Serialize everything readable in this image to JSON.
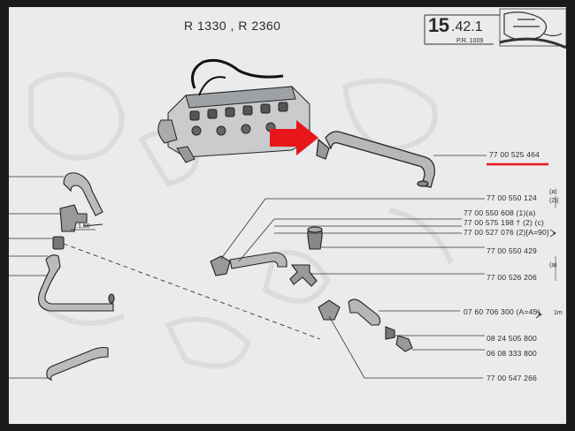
{
  "header": {
    "models": "R 1330 , R 2360",
    "page_number": "15",
    "page_sub": ".42.1",
    "pr_ref": "P.R. 1009"
  },
  "callouts": [
    {
      "id": "ref-1",
      "text": "77 00 525 464"
    },
    {
      "id": "ref-2",
      "text": "77 00 550 124"
    },
    {
      "id": "ref-3",
      "text": "77 00 550 608 (1)(a)"
    },
    {
      "id": "ref-4",
      "text": "77 00 575 198 † (2) (c)"
    },
    {
      "id": "ref-5",
      "text": "77 00 527 076 (2)[A=90]"
    },
    {
      "id": "ref-6",
      "text": "77 00 550 429"
    },
    {
      "id": "ref-7",
      "text": "77 00 526 206"
    },
    {
      "id": "ref-8",
      "text": "07 60 706 300 (A=45)"
    },
    {
      "id": "ref-9",
      "text": "08 24 505 800"
    },
    {
      "id": "ref-10",
      "text": "06 08 333 800"
    },
    {
      "id": "ref-11",
      "text": "77 00 547 266"
    }
  ],
  "notes": {
    "a1": "(a)",
    "a2": "(2)(",
    "a3": "(a)",
    "dimension": "1,50",
    "cut_length": "1m"
  },
  "colors": {
    "paper": "#e9ebed",
    "ink": "#2a2a2a",
    "highlight": "#e8151b"
  }
}
